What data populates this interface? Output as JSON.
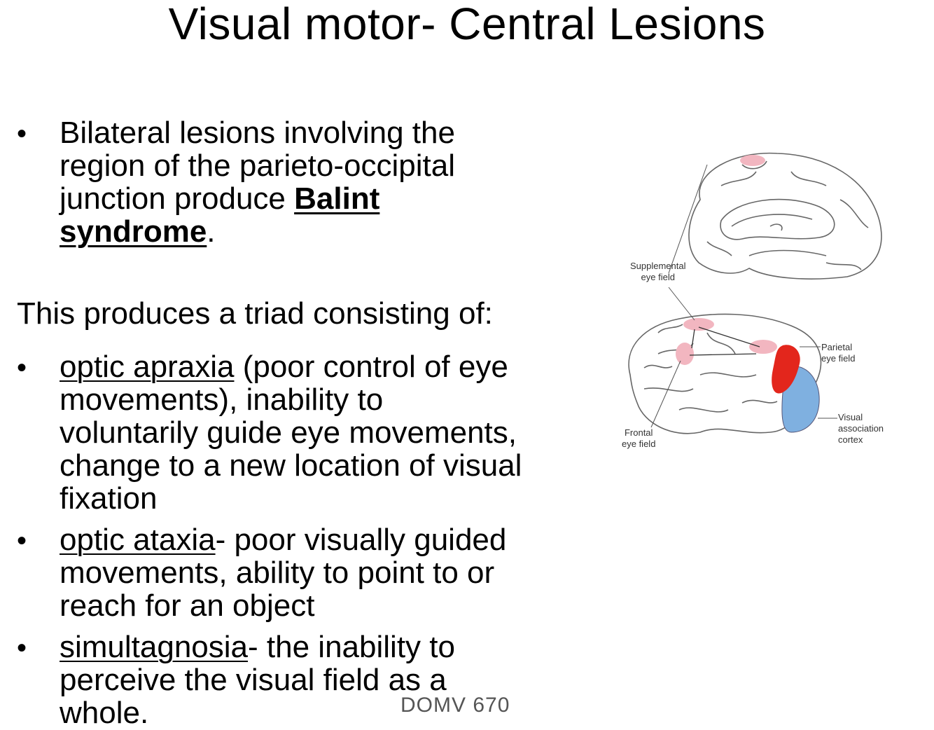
{
  "slide": {
    "title": "Visual motor- Central Lesions",
    "intro": {
      "bullet": "•",
      "line1": "Bilateral lesions involving the",
      "line2": "region of the parieto-occipital",
      "line3_pre": "junction produce ",
      "line3_bold": "Balint",
      "line4_bold": "syndrome",
      "line4_post": "."
    },
    "triad_heading": "This produces a triad consisting of:",
    "items": [
      {
        "bullet": "•",
        "term": "optic apraxia",
        "line1_rest": " (poor control of eye",
        "line2": "movements), inability to",
        "line3": "voluntarily guide eye movements,",
        "line4": "change to a new location of visual",
        "line5": "fixation"
      },
      {
        "bullet": "•",
        "term": "optic ataxia",
        "line1_rest": "- poor visually guided",
        "line2": "movements, ability to point to or",
        "line3": "reach for an object"
      },
      {
        "bullet": "•",
        "term": "simultagnosia",
        "line1_rest": "- the inability to",
        "line2": "perceive the visual field as a",
        "line3": "whole."
      }
    ],
    "footer": "DOMV 670"
  },
  "figure": {
    "labels": {
      "supplemental_1": "Supplemental",
      "supplemental_2": "eye field",
      "parietal_1": "Parietal",
      "parietal_2": "eye field",
      "visual_1": "Visual",
      "visual_2": "association",
      "visual_3": "cortex",
      "frontal_1": "Frontal",
      "frontal_2": "eye field"
    },
    "colors": {
      "pink_field": "#f2b6c0",
      "lesion_red": "#e3261c",
      "visual_blue": "#7fb0e0",
      "outline": "#555555"
    }
  }
}
